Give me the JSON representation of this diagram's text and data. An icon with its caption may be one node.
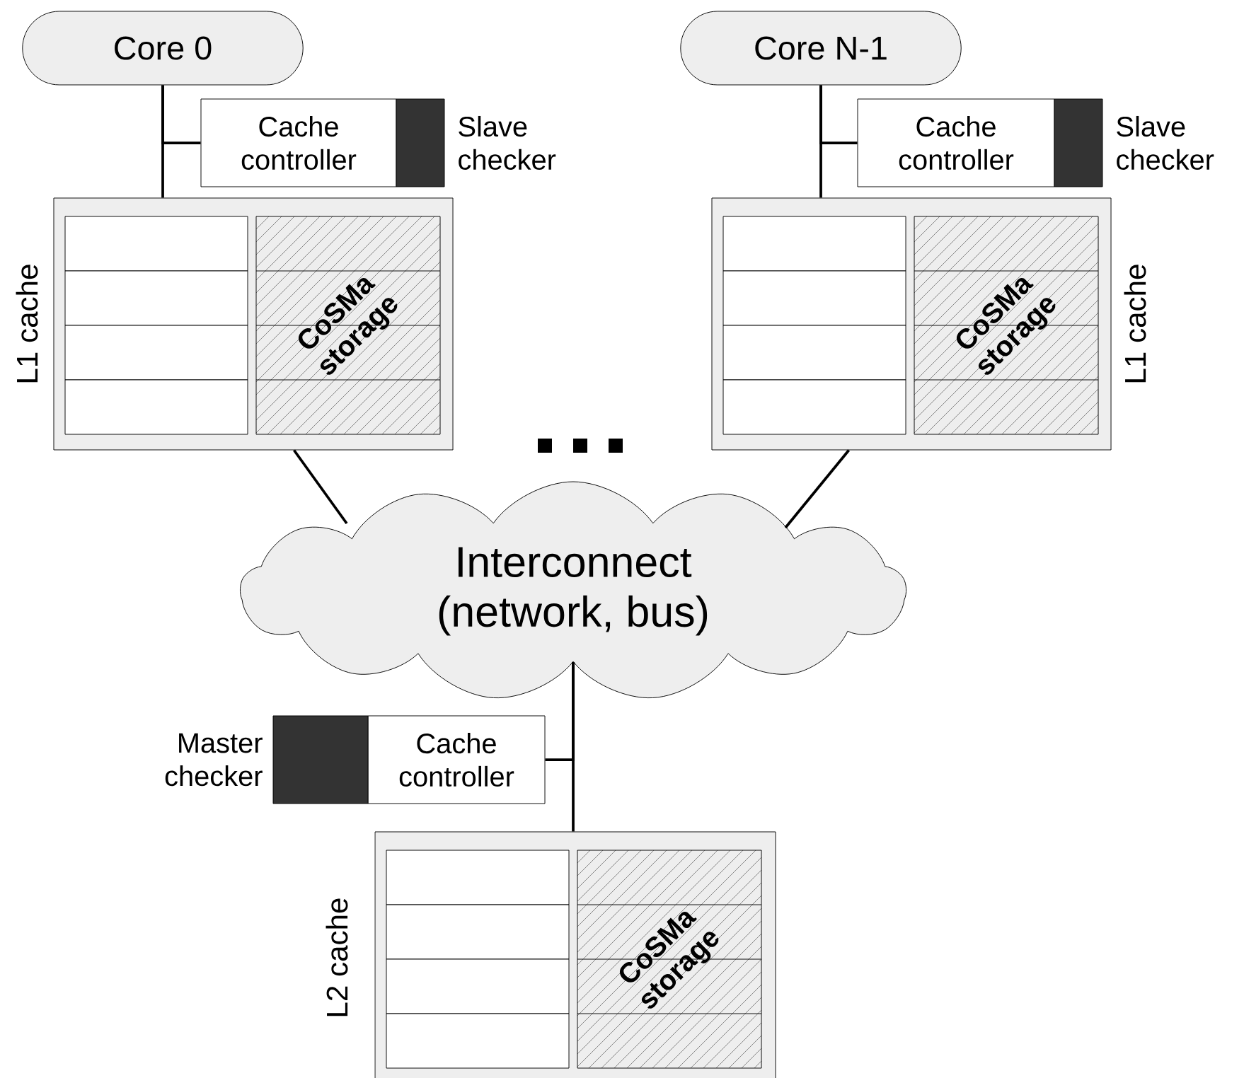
{
  "diagram": {
    "nodes": [
      {
        "text": [
          "Core 0"
        ]
      },
      {
        "text": [
          "L1 cache"
        ]
      },
      {
        "text": [
          "CoSMa storage"
        ],
        "in": 1
      },
      {
        "text": [
          "Cache controller"
        ]
      },
      {
        "text": [],
        "shape": "box",
        "beside": [
          "Slave checker"
        ]
      },
      {
        "text": [
          "Core N-1"
        ]
      },
      {
        "text": [
          "L1 cache"
        ]
      },
      {
        "text": [
          "CoSMa storage"
        ],
        "in": 6
      },
      {
        "text": [
          "Cache controller"
        ]
      },
      {
        "text": [],
        "shape": "box",
        "beside": [
          "Slave checker"
        ]
      },
      {
        "text": [
          "Interconnect (network, bus)"
        ]
      },
      {
        "text": [
          "Cache controller"
        ]
      },
      {
        "text": [],
        "shape": "box",
        "beside": [
          "Master checker"
        ]
      },
      {
        "text": [
          "L2 cache"
        ]
      },
      {
        "text": [
          "CoSMa storage"
        ],
        "in": 13
      }
    ],
    "edges": [
      {
        "from": 0,
        "to": 1,
        "arrow": "none"
      },
      {
        "from": 0,
        "to": 3,
        "arrow": "none"
      },
      {
        "from": 5,
        "to": 6,
        "arrow": "none"
      },
      {
        "from": 5,
        "to": 8,
        "arrow": "none"
      },
      {
        "from": 1,
        "to": 10,
        "arrow": "none"
      },
      {
        "from": 6,
        "to": 10,
        "arrow": "none"
      },
      {
        "from": 10,
        "to": 13,
        "arrow": "none"
      },
      {
        "from": 10,
        "to": 11,
        "arrow": "none"
      }
    ]
  }
}
